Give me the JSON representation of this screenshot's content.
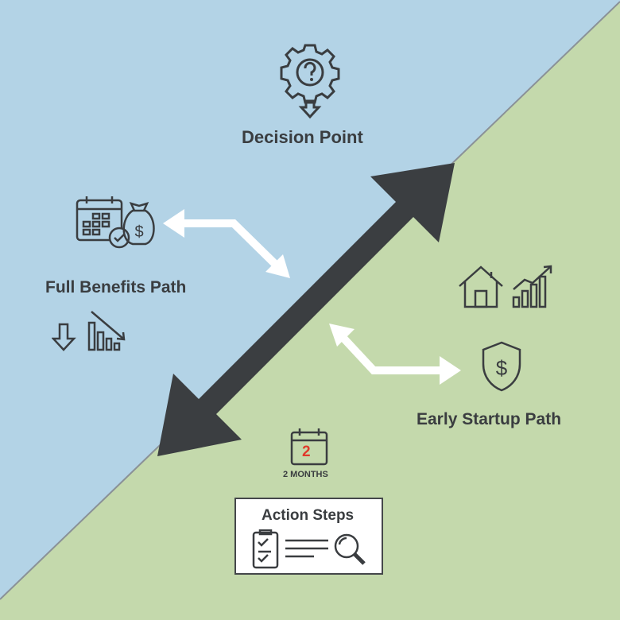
{
  "colors": {
    "top_region": "#b3d3e6",
    "bottom_region": "#c4d9ac",
    "arrow": "#3b3e41",
    "ink": "#3a3d40",
    "accent_red": "#e0392b"
  },
  "decision": {
    "title": "Decision Point",
    "icon": "gear-question-icon"
  },
  "full_benefits": {
    "title": "Full Benefits Path",
    "icons": [
      "calendar-check-icon",
      "money-bag-icon",
      "down-arrow-icon",
      "declining-chart-icon"
    ]
  },
  "early_startup": {
    "title": "Early Startup Path",
    "icons": [
      "house-icon",
      "growth-chart-icon",
      "shield-dollar-icon"
    ]
  },
  "timeline": {
    "calendar_number": "2",
    "caption": "2 MONTHS"
  },
  "action_steps": {
    "title": "Action Steps",
    "icons": [
      "clipboard-checklist-icon",
      "text-lines-icon",
      "magnifier-icon"
    ]
  }
}
